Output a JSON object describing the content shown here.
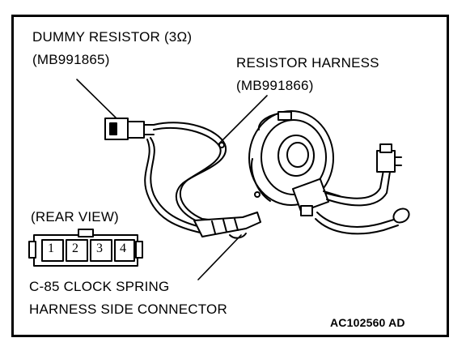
{
  "labels": {
    "dummy_resistor": "DUMMY RESISTOR (3Ω)",
    "dummy_resistor_part": "(MB991865)",
    "resistor_harness": "RESISTOR HARNESS",
    "resistor_harness_part": "(MB991866)",
    "rear_view": "(REAR VIEW)",
    "connector_line1": "C-85 CLOCK SPRING",
    "connector_line2": "HARNESS SIDE CONNECTOR",
    "figure_code": "AC102560 AD"
  },
  "connector": {
    "pins": [
      "1",
      "2",
      "3",
      "4"
    ]
  }
}
